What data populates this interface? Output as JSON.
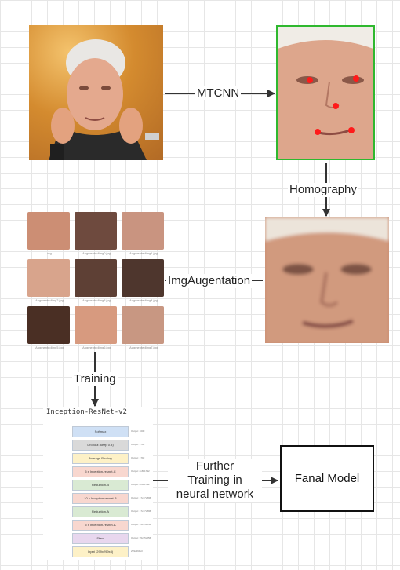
{
  "labels": {
    "mtcnn": "MTCNN",
    "homography": "Homography",
    "augmentation": "ImgAugentation",
    "training": "Training",
    "further_training": "Further\nTraining in\nneural network",
    "final_model": "Fanal Model"
  },
  "network": {
    "title": "Inception-ResNet-v2",
    "layers": [
      "Softmax",
      "Dropout (keep 0.8)",
      "Average Pooling",
      "5 x Inception-resnet-C",
      "Reduction-B",
      "10 x Inception-resnet-B",
      "Reduction-A",
      "5 x Inception-resnet-A",
      "Stem",
      "Input (299x299x3)"
    ],
    "layer_notes": [
      "Output: 1000",
      "Output: 1792",
      "Output: 1792",
      "Output: 8x8x1792",
      "Output: 8x8x1792",
      "Output: 17x17x896",
      "Output: 17x17x896",
      "Output: 35x35x256",
      "Output: 35x35x256",
      "299x299x3"
    ],
    "colors": [
      "#cfe0f5",
      "#d9d9d9",
      "#fdf1c7",
      "#f8d7cf",
      "#d9ead3",
      "#f8d7cf",
      "#d9ead3",
      "#f8d7cf",
      "#e8d7ee",
      "#fdf1c7"
    ]
  },
  "augmented_thumbnails": [
    "org",
    "AugmentedImg0.jpg",
    "AugmentedImg1.jpg",
    "AugmentedImg2.jpg",
    "AugmentedImg3.jpg",
    "AugmentedImg4.jpg",
    "AugmentedImg5.jpg",
    "AugmentedImg6.jpg",
    "AugmentedImg7.jpg"
  ],
  "colors": {
    "landmark": "#ff1a1a",
    "crop_border": "#2fb82f",
    "arrow": "#333333"
  }
}
